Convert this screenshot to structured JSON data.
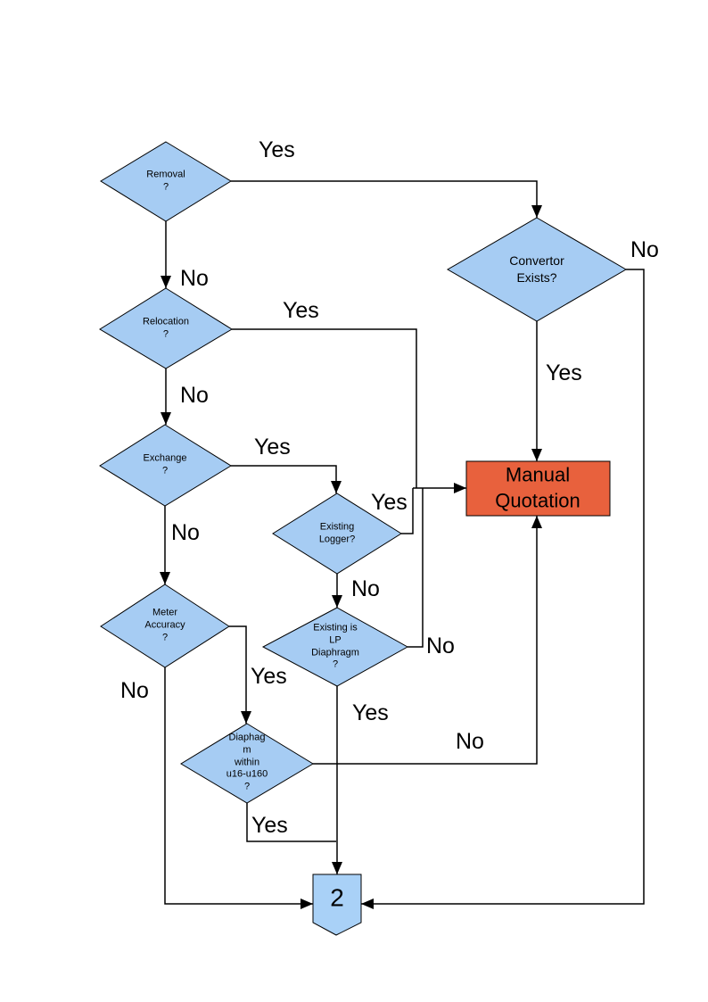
{
  "flowchart": {
    "nodes": {
      "removal": {
        "type": "decision",
        "label": "Removal\n?"
      },
      "convertor_exists": {
        "type": "decision",
        "label": "Convertor\nExists?"
      },
      "relocation": {
        "type": "decision",
        "label": "Relocation\n?"
      },
      "exchange": {
        "type": "decision",
        "label": "Exchange\n?"
      },
      "existing_logger": {
        "type": "decision",
        "label": "Existing\nLogger?"
      },
      "meter_accuracy": {
        "type": "decision",
        "label": "Meter\nAccuracy\n?"
      },
      "existing_lp_diaphragm": {
        "type": "decision",
        "label": "Existing is\nLP\nDiaphragm\n?"
      },
      "diaphragm_within_range": {
        "type": "decision",
        "label": "Diaphag\nm\nwithin\nu16-u160\n?"
      },
      "manual_quotation": {
        "type": "process",
        "label": "Manual\nQuotation"
      },
      "offpage_connector": {
        "type": "offpage-connector",
        "label": "2"
      }
    },
    "edge_labels": {
      "removal_yes": "Yes",
      "removal_no": "No",
      "convertor_no": "No",
      "convertor_yes": "Yes",
      "relocation_yes": "Yes",
      "relocation_no": "No",
      "exchange_yes": "Yes",
      "exchange_no": "No",
      "existing_logger_yes": "Yes",
      "existing_logger_no": "No",
      "lp_diaphragm_no": "No",
      "lp_diaphragm_yes": "Yes",
      "meter_accuracy_yes": "Yes",
      "meter_accuracy_no": "No",
      "diaphragm_within_yes": "Yes",
      "diaphragm_within_no": "No"
    },
    "colors": {
      "decision_fill": "#A6CCF3",
      "connector_fill": "#A9D1F7",
      "process_fill": "#E8613D",
      "shape_border": "#000000",
      "line": "#000000"
    }
  }
}
